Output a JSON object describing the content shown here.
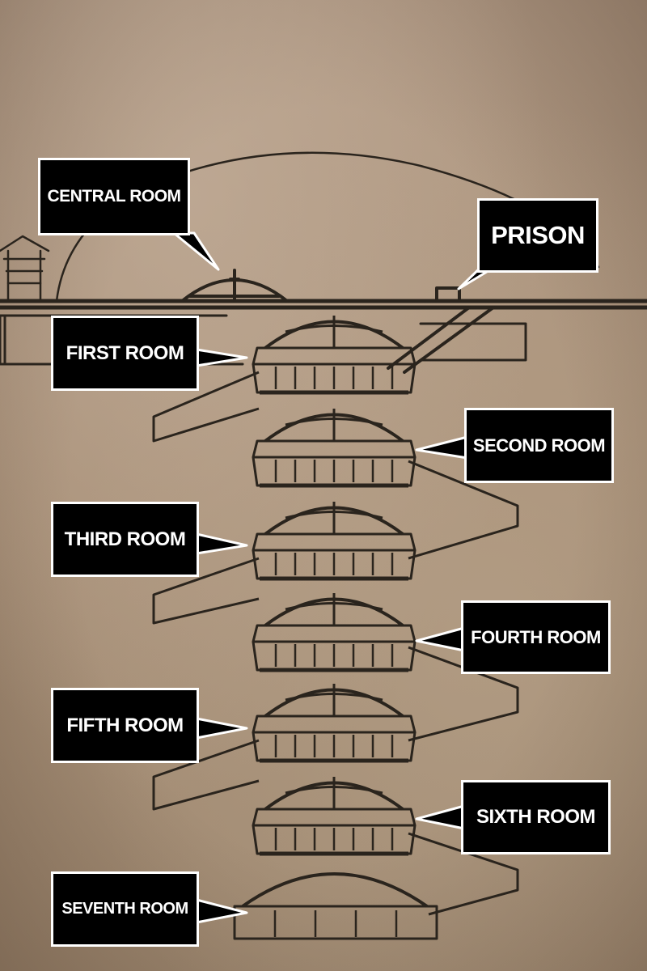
{
  "rooms": {
    "central": "CENTRAL ROOM",
    "prison": "PRISON",
    "first": "FIRST ROOM",
    "second": "SECOND ROOM",
    "third": "THIRD ROOM",
    "fourth": "FOURTH ROOM",
    "fifth": "FIFTH ROOM",
    "sixth": "SIXTH ROOM",
    "seventh": "SEVENTH ROOM"
  },
  "colors": {
    "ink": "#2a241d",
    "parchment": "#a8927c",
    "label_bg": "#000000",
    "label_text": "#ffffff"
  }
}
